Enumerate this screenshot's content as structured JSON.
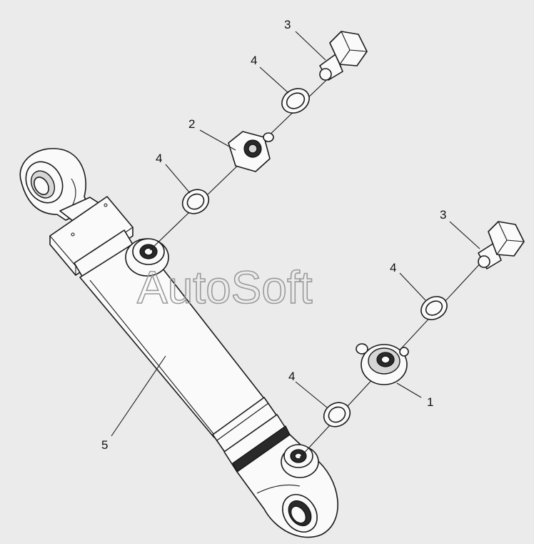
{
  "callouts": {
    "c1": "1",
    "c2": "2",
    "c3a": "3",
    "c3b": "3",
    "c4a": "4",
    "c4b": "4",
    "c4c": "4",
    "c4d": "4",
    "c5": "5"
  },
  "watermark": "AutoSoft",
  "colors": {
    "background": "#ebebeb",
    "line": "#1a1a1a",
    "watermark": "#9a9a9a"
  }
}
